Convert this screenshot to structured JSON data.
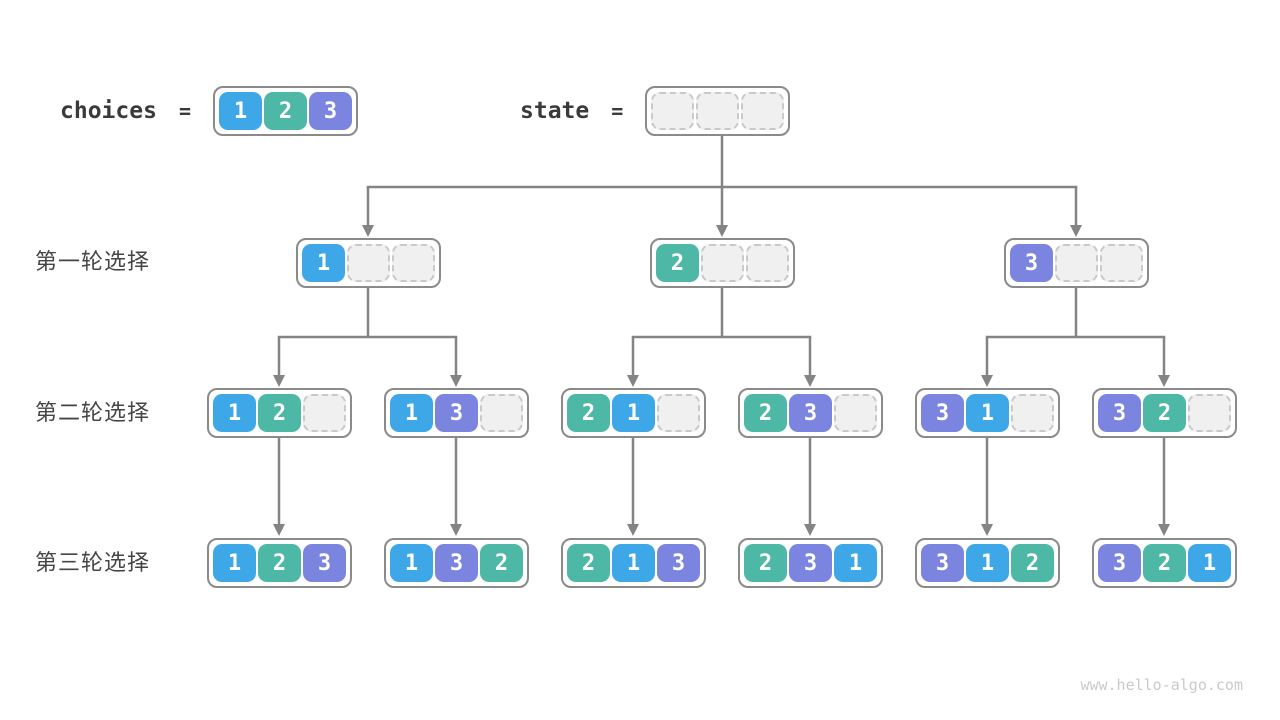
{
  "palette": {
    "1": "#3da7e8",
    "2": "#4db8a5",
    "3": "#7b84de"
  },
  "header": {
    "choices_label": "choices",
    "state_label": "state",
    "equals": "=",
    "choices_cells": [
      "1",
      "2",
      "3"
    ],
    "state_cells": [
      "",
      "",
      ""
    ]
  },
  "rows": [
    {
      "label": "第一轮选择",
      "nodes": [
        [
          "1",
          "",
          ""
        ],
        [
          "2",
          "",
          ""
        ],
        [
          "3",
          "",
          ""
        ]
      ]
    },
    {
      "label": "第二轮选择",
      "nodes": [
        [
          "1",
          "2",
          ""
        ],
        [
          "1",
          "3",
          ""
        ],
        [
          "2",
          "1",
          ""
        ],
        [
          "2",
          "3",
          ""
        ],
        [
          "3",
          "1",
          ""
        ],
        [
          "3",
          "2",
          ""
        ]
      ]
    },
    {
      "label": "第三轮选择",
      "nodes": [
        [
          "1",
          "2",
          "3"
        ],
        [
          "1",
          "3",
          "2"
        ],
        [
          "2",
          "1",
          "3"
        ],
        [
          "2",
          "3",
          "1"
        ],
        [
          "3",
          "1",
          "2"
        ],
        [
          "3",
          "2",
          "1"
        ]
      ]
    }
  ],
  "watermark": "www.hello-algo.com",
  "colors": {
    "connector": "#848484",
    "box_border": "#8a8a8a",
    "empty_cell_bg": "#f0f0f0",
    "empty_cell_border": "#c9c9c9",
    "label_text": "#454545",
    "code_text": "#3a3a3a",
    "watermark_text": "#cacaca"
  }
}
